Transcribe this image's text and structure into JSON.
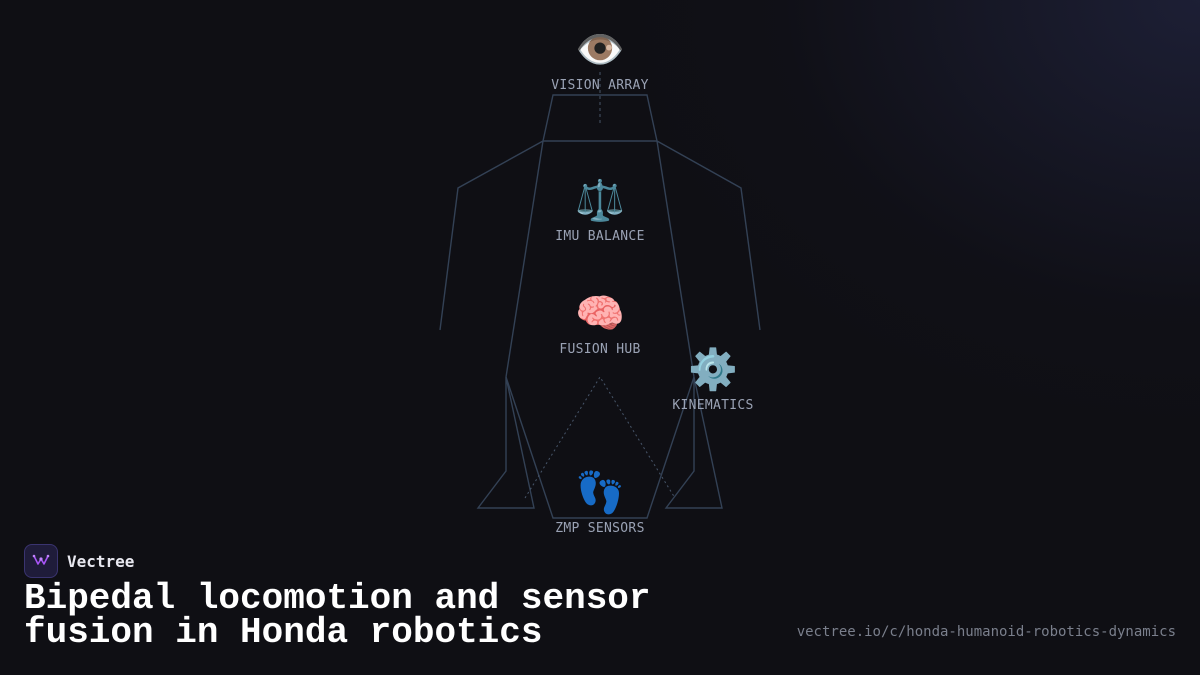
{
  "diagram": {
    "nodes": [
      {
        "id": "vision",
        "icon": "👁️",
        "icon_name": "eye-icon",
        "label": "VISION ARRAY"
      },
      {
        "id": "imu",
        "icon": "⚖️",
        "icon_name": "balance-scale-icon",
        "label": "IMU BALANCE"
      },
      {
        "id": "fusion",
        "icon": "🧠",
        "icon_name": "brain-icon",
        "label": "FUSION HUB"
      },
      {
        "id": "kinematics",
        "icon": "⚙️",
        "icon_name": "gear-icon",
        "label": "KINEMATICS"
      },
      {
        "id": "zmp",
        "icon": "👣",
        "icon_name": "footprints-icon",
        "label": "ZMP SENSORS"
      }
    ],
    "line_color": "#334155"
  },
  "brand": {
    "name": "Vectree",
    "logo_icon": "vectree-logo-icon",
    "accent": "#a855f7"
  },
  "title": "Bipedal locomotion and sensor fusion in Honda robotics",
  "url": "vectree.io/c/honda-humanoid-robotics-dynamics"
}
